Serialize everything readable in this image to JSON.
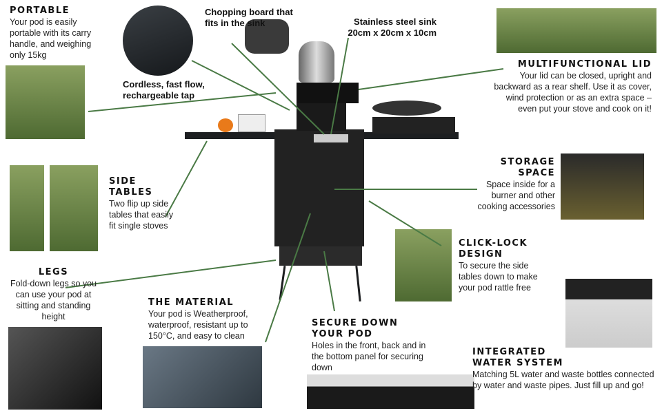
{
  "portable": {
    "title": "Portable",
    "text": "Your pod is easily portable with its carry handle, and weighing only 15kg"
  },
  "chopping": {
    "text": "Chopping board that fits in the sink"
  },
  "tap": {
    "text": "Cordless, fast flow, rechargeable tap"
  },
  "sink": {
    "text": "Stainless steel sink 20cm x 20cm x 10cm"
  },
  "lid": {
    "title": "Multifunctional Lid",
    "text": "Your lid can be closed, upright and backward as a rear shelf. Use it as cover, wind protection or as an extra space – even put your stove and cook on it!"
  },
  "side_tables": {
    "title": "Side Tables",
    "text": "Two flip up side tables that easily fit single stoves"
  },
  "storage": {
    "title": "Storage Space",
    "text": "Space inside for a burner and other cooking accessories"
  },
  "click_lock": {
    "title": "Click-Lock Design",
    "text": "To secure the side tables down to make your pod rattle free"
  },
  "legs": {
    "title": "Legs",
    "text": "Fold-down legs so you can use your pod at sitting and standing height"
  },
  "material": {
    "title": "The Material",
    "text": "Your pod is Weatherproof, waterproof, resistant up to 150°C, and easy to clean"
  },
  "secure": {
    "title": "Secure Down Your Pod",
    "text": "Holes in the front, back and in the bottom panel for securing down"
  },
  "water": {
    "title": "Integrated Water System",
    "text": "Matching 5L water and waste bottles connected by water and waste pipes. Just fill up and go!"
  },
  "colors": {
    "line": "#4a7a45"
  }
}
